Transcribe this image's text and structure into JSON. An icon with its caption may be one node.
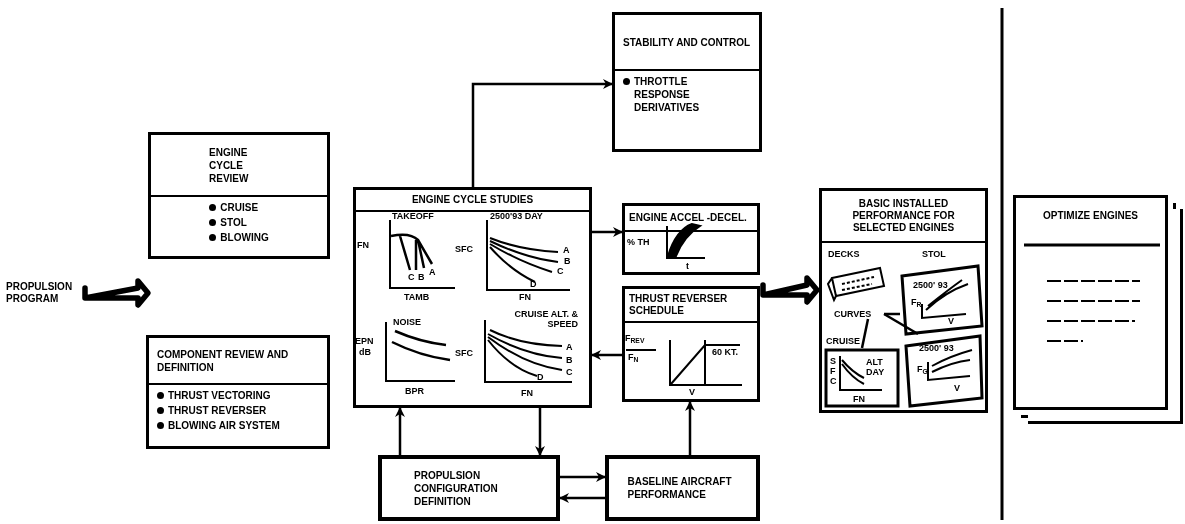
{
  "diagram": {
    "nodes": [
      {
        "text": [
          "PROPULSION PROGRAM"
        ]
      },
      {
        "text": [
          "ENGINE CYCLE REVIEW",
          "CRUISE",
          "STOL",
          "BLOWING"
        ]
      },
      {
        "text": [
          "COMPONENT REVIEW AND DEFINITION",
          "THRUST VECTORING",
          "THRUST REVERSER",
          "BLOWING AIR SYSTEM"
        ]
      },
      {
        "text": [
          "STABILITY AND CONTROL",
          "THROTTLE RESPONSE DERIVATIVES"
        ]
      },
      {
        "text": [
          "ENGINE CYCLE STUDIES"
        ]
      },
      {
        "text": [
          "ENGINE ACCEL -DECEL."
        ]
      },
      {
        "text": [
          "THRUST REVERSER SCHEDULE"
        ]
      },
      {
        "text": [
          "PROPULSION CONFIGURATION DEFINITION"
        ]
      },
      {
        "text": [
          "BASELINE AIRCRAFT PERFORMANCE"
        ]
      },
      {
        "text": [
          "BASIC INSTALLED PERFORMANCE FOR SELECTED ENGINES"
        ]
      },
      {
        "text": [
          "OPTIMIZE ENGINES"
        ]
      },
      {
        "text": [
          "CURVES"
        ],
        "in": 9
      },
      {
        "text": [],
        "shape": "picture",
        "in": 9
      },
      {
        "text": [],
        "shape": "picture",
        "in": 9
      },
      {
        "text": [],
        "shape": "picture",
        "in": 9
      }
    ],
    "edges": [
      {
        "from": 0,
        "to": null,
        "arrow": "to",
        "style": "thick"
      },
      {
        "from": 4,
        "to": 3,
        "arrow": "to"
      },
      {
        "from": 4,
        "to": 5,
        "arrow": "to"
      },
      {
        "from": 6,
        "to": 4,
        "arrow": "to"
      },
      {
        "from": 7,
        "to": 4,
        "arrow": "to"
      },
      {
        "from": 4,
        "to": 7,
        "arrow": "to"
      },
      {
        "from": 7,
        "to": 8,
        "arrow": "to"
      },
      {
        "from": 8,
        "to": 7,
        "arrow": "to"
      },
      {
        "from": 8,
        "to": 6,
        "arrow": "to"
      },
      {
        "from": 6,
        "to": 9,
        "arrow": "to",
        "style": "thick"
      },
      {
        "from": 11,
        "to": 12,
        "arrow": "none"
      },
      {
        "from": 11,
        "to": 13,
        "arrow": "none"
      },
      {
        "from": 11,
        "to": 14,
        "arrow": "none"
      }
    ],
    "labels": [
      "TAKEOFF",
      "FN",
      "C",
      "B",
      "A",
      "TAMB",
      "2500'93 DAY",
      "SFC",
      "A",
      "B",
      "C",
      "D",
      "FN",
      "NOISE",
      "EPN",
      "dB",
      "BPR",
      "CRUISE ALT. & SPEED",
      "SFC",
      "A",
      "B",
      "C",
      "D",
      "FN",
      "% TH",
      "t",
      "F$_{REV}$",
      "F$_{N}$",
      "60 KT.",
      "V",
      "DECKS",
      "STOL",
      "2500' 93",
      "F$_{R}$",
      "V",
      "CRUISE",
      "S F C",
      "ALT DAY",
      "2500' 93",
      "F$_{G}$",
      "V",
      "FN"
    ]
  }
}
